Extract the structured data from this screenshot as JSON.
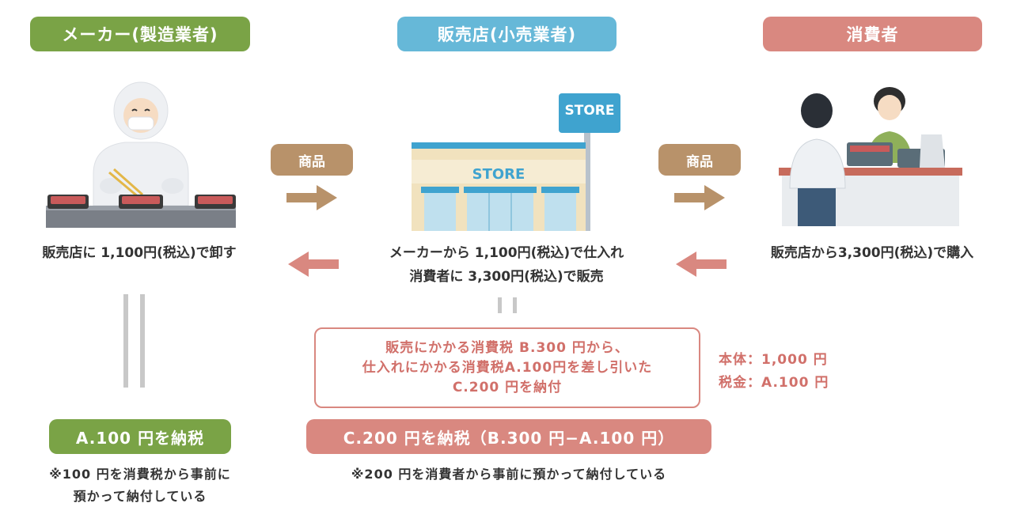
{
  "headers": {
    "maker": "メーカー(製造業者)",
    "retailer": "販売店(小売業者)",
    "consumer": "消費者"
  },
  "arrow_labels": {
    "goods_left": "商品",
    "goods_right": "商品"
  },
  "store_sign": {
    "pole": "STORE",
    "facade": "STORE"
  },
  "captions": {
    "maker": "販売店に 1,100円(税込)で卸す",
    "retailer_line1": "メーカーから 1,100円(税込)で仕入れ",
    "retailer_line2": "消費者に 3,300円(税込)で販売",
    "consumer": "販売店から3,300円(税込)で購入"
  },
  "explanation": {
    "line1": "販売にかかる消費税 B.300 円から、",
    "line2": "仕入れにかかる消費税A.100円を差し引いた",
    "line3": "C.200 円を納付"
  },
  "breakdown": {
    "line1": "本体：1,000 円",
    "line2": "税金：A.100 円"
  },
  "tax_badges": {
    "maker": "A.100 円を納税",
    "retailer": "C.200 円を納税（B.300 円−A.100 円）"
  },
  "notes": {
    "maker_line1": "※100 円を消費税から事前に",
    "maker_line2": "預かって納付している",
    "retailer": "※200 円を消費者から事前に預かって納付している"
  },
  "colors": {
    "maker": "#7aa346",
    "retailer": "#66b8d8",
    "consumer": "#d98880",
    "goods": "#b8926a",
    "return_arrow": "#d98880",
    "box_border": "#d98880"
  }
}
